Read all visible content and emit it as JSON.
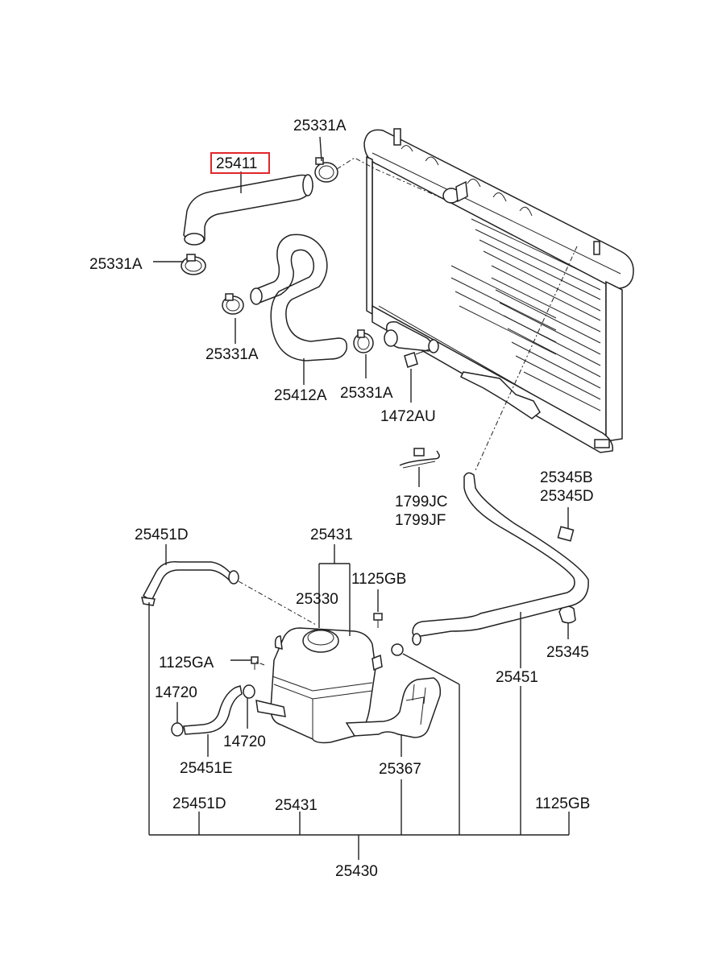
{
  "colors": {
    "highlight": "#e0262b",
    "line": "#222222"
  },
  "labels": {
    "p25411": "25411",
    "p25331A_top": "25331A",
    "p25331A_left": "25331A",
    "p25331A_mid": "25331A",
    "p25331A_right": "25331A",
    "p25412A": "25412A",
    "p1472AU": "1472AU",
    "p1799JC": "1799JC",
    "p1799JF": "1799JF",
    "p25345B": "25345B",
    "p25345D": "25345D",
    "p25345": "25345",
    "p25451D_top": "25451D",
    "p25431_top": "25431",
    "p1125GB_top": "1125GB",
    "p25330": "25330",
    "p1125GA": "1125GA",
    "p14720_a": "14720",
    "p14720_b": "14720",
    "p25451": "25451",
    "p25451E": "25451E",
    "p25367": "25367",
    "p25451D_bot": "25451D",
    "p25431_bot": "25431",
    "p1125GB_bot": "1125GB",
    "p25430": "25430"
  }
}
